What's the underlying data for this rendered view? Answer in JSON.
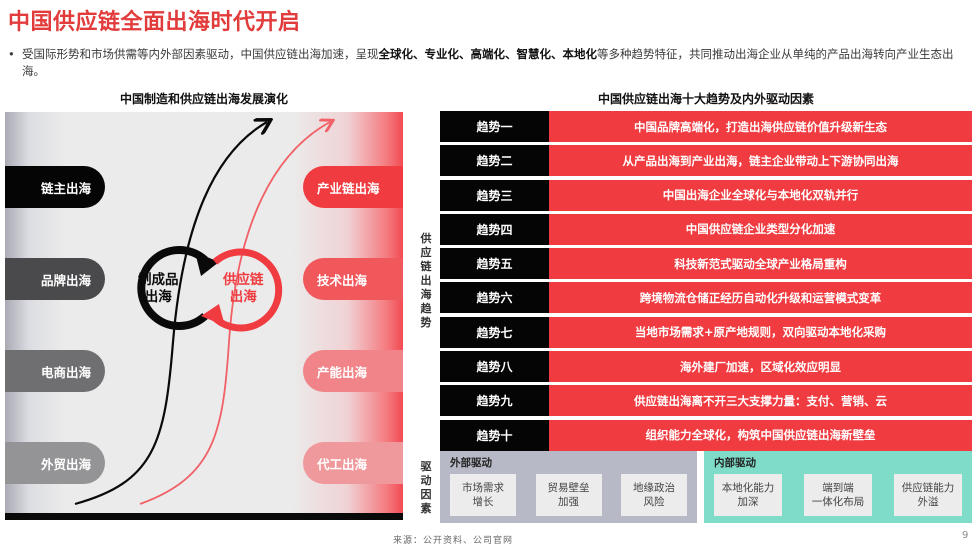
{
  "title": "中国供应链全面出海时代开启",
  "intro": {
    "bullet": "•",
    "segments": [
      {
        "text": "受国际形势和市场供需等内外部因素驱动，中国供应链出海加速，呈现",
        "bold": false
      },
      {
        "text": "全球化、专业化、高端化、智慧化、本地化",
        "bold": true
      },
      {
        "text": "等多种趋势特征，共同推动出海企业从单纯的产品出海转向产业生态出海。",
        "bold": false
      }
    ]
  },
  "left_panel": {
    "heading": "中国制造和供应链出海发展演化",
    "left_pills": [
      {
        "label": "链主出海",
        "color": "#050505"
      },
      {
        "label": "品牌出海",
        "color": "#4a4a4c"
      },
      {
        "label": "电商出海",
        "color": "#6f6f72"
      },
      {
        "label": "外贸出海",
        "color": "#949497"
      }
    ],
    "right_pills": [
      {
        "label": "产业链出海",
        "color": "#f03c40"
      },
      {
        "label": "技术出海",
        "color": "#f1585c"
      },
      {
        "label": "产能出海",
        "color": "#f08488"
      },
      {
        "label": "代工出海",
        "color": "#f0999c"
      }
    ],
    "cycle": {
      "left_label_line1": "制成品",
      "left_label_line2": "出海",
      "right_label_line1": "供应链",
      "right_label_line2": "出海",
      "left_color": "#0a0a0a",
      "right_color": "#f03c40"
    }
  },
  "right_panel": {
    "heading": "中国供应链出海十大趋势及内外驱动因素",
    "trends_vertical_label": "供应链出海趋势",
    "drivers_vertical_label": "驱动因素",
    "trends": [
      {
        "key": "趋势一",
        "value": "中国品牌高端化，打造出海供应链价值升级新生态"
      },
      {
        "key": "趋势二",
        "value": "从产品出海到产业出海，链主企业带动上下游协同出海"
      },
      {
        "key": "趋势三",
        "value": "中国出海企业全球化与本地化双轨并行"
      },
      {
        "key": "趋势四",
        "value": "中国供应链企业类型分化加速"
      },
      {
        "key": "趋势五",
        "value": "科技新范式驱动全球产业格局重构"
      },
      {
        "key": "趋势六",
        "value": "跨境物流仓储正经历自动化升级和运营模式变革"
      },
      {
        "key": "趋势七",
        "value": "当地市场需求+原产地规则，双向驱动本地化采购"
      },
      {
        "key": "趋势八",
        "value": "海外建厂加速，区域化效应明显"
      },
      {
        "key": "趋势九",
        "value": "供应链出海离不开三大支撑力量：支付、营销、云"
      },
      {
        "key": "趋势十",
        "value": "组织能力全球化，构筑中国供应链出海新壁垒"
      }
    ],
    "external_drivers": {
      "title": "外部驱动",
      "items": [
        "市场需求\n增长",
        "贸易壁垒\n加强",
        "地缘政治\n风险"
      ]
    },
    "internal_drivers": {
      "title": "内部驱动",
      "items": [
        "本地化能力\n加深",
        "端到端\n一体化布局",
        "供应链能力\n外溢"
      ]
    }
  },
  "footer": {
    "source": "来源：公开资料、公司官网",
    "page_number": "9"
  }
}
